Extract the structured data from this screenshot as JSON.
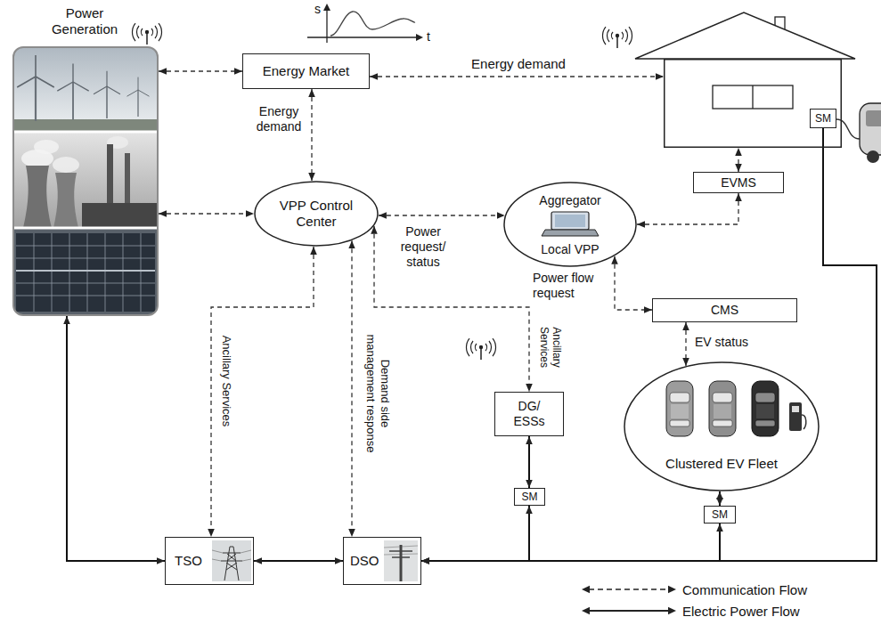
{
  "diagram": {
    "nodes": [
      {
        "text": [
          "Power Generation"
        ]
      },
      {
        "text": [
          "Energy Market"
        ]
      },
      {
        "text": []
      },
      {
        "text": [
          "SM"
        ],
        "in": 2
      },
      {
        "text": [
          "VPP Control Center"
        ]
      },
      {
        "text": [
          "Aggregator",
          "Local VPP"
        ]
      },
      {
        "text": [
          "EVMS"
        ]
      },
      {
        "text": [
          "CMS"
        ]
      },
      {
        "text": [
          "DG/ ESSs"
        ]
      },
      {
        "text": [
          "Clustered EV Fleet"
        ]
      },
      {
        "text": [
          "SM"
        ]
      },
      {
        "text": [
          "SM"
        ]
      },
      {
        "text": [
          "TSO"
        ]
      },
      {
        "text": [
          "DSO"
        ]
      }
    ],
    "edges": [
      {
        "from": 0,
        "to": 1,
        "arrow": "both"
      },
      {
        "from": 1,
        "to": 2,
        "label": "Energy demand",
        "arrow": "both"
      },
      {
        "from": 1,
        "to": 4,
        "label": "Energy demand",
        "arrow": "both"
      },
      {
        "from": 0,
        "to": 4,
        "arrow": "both"
      },
      {
        "from": 4,
        "to": 5,
        "label": "Power request/ status",
        "arrow": "both"
      },
      {
        "from": 5,
        "to": 6,
        "arrow": "both"
      },
      {
        "from": 6,
        "to": 2,
        "arrow": "both"
      },
      {
        "from": 5,
        "to": 7,
        "label": "Power flow request",
        "arrow": "both"
      },
      {
        "from": 7,
        "to": 9,
        "label": "EV status",
        "arrow": "both"
      },
      {
        "from": 4,
        "to": 12,
        "label": "Ancillary Services",
        "arrow": "both"
      },
      {
        "from": 4,
        "to": 13,
        "label": "Demand side management response",
        "arrow": "both"
      },
      {
        "from": 4,
        "to": 8,
        "label": "Ancillary Services",
        "arrow": "both"
      },
      {
        "from": 0,
        "to": 12,
        "arrow": "both"
      },
      {
        "from": 12,
        "to": 13,
        "arrow": "both"
      },
      {
        "from": 8,
        "to": 10,
        "arrow": "both"
      },
      {
        "from": 9,
        "to": 11,
        "arrow": "both"
      },
      {
        "from": 10,
        "to": 13,
        "arrow": "both"
      },
      {
        "from": 11,
        "to": 13,
        "arrow": "both"
      },
      {
        "from": 3,
        "to": 13,
        "arrow": "to"
      }
    ],
    "labels": [
      "s",
      "t"
    ],
    "legend": [
      {
        "text": "Communication Flow"
      },
      {
        "text": "Electric Power Flow"
      }
    ]
  }
}
